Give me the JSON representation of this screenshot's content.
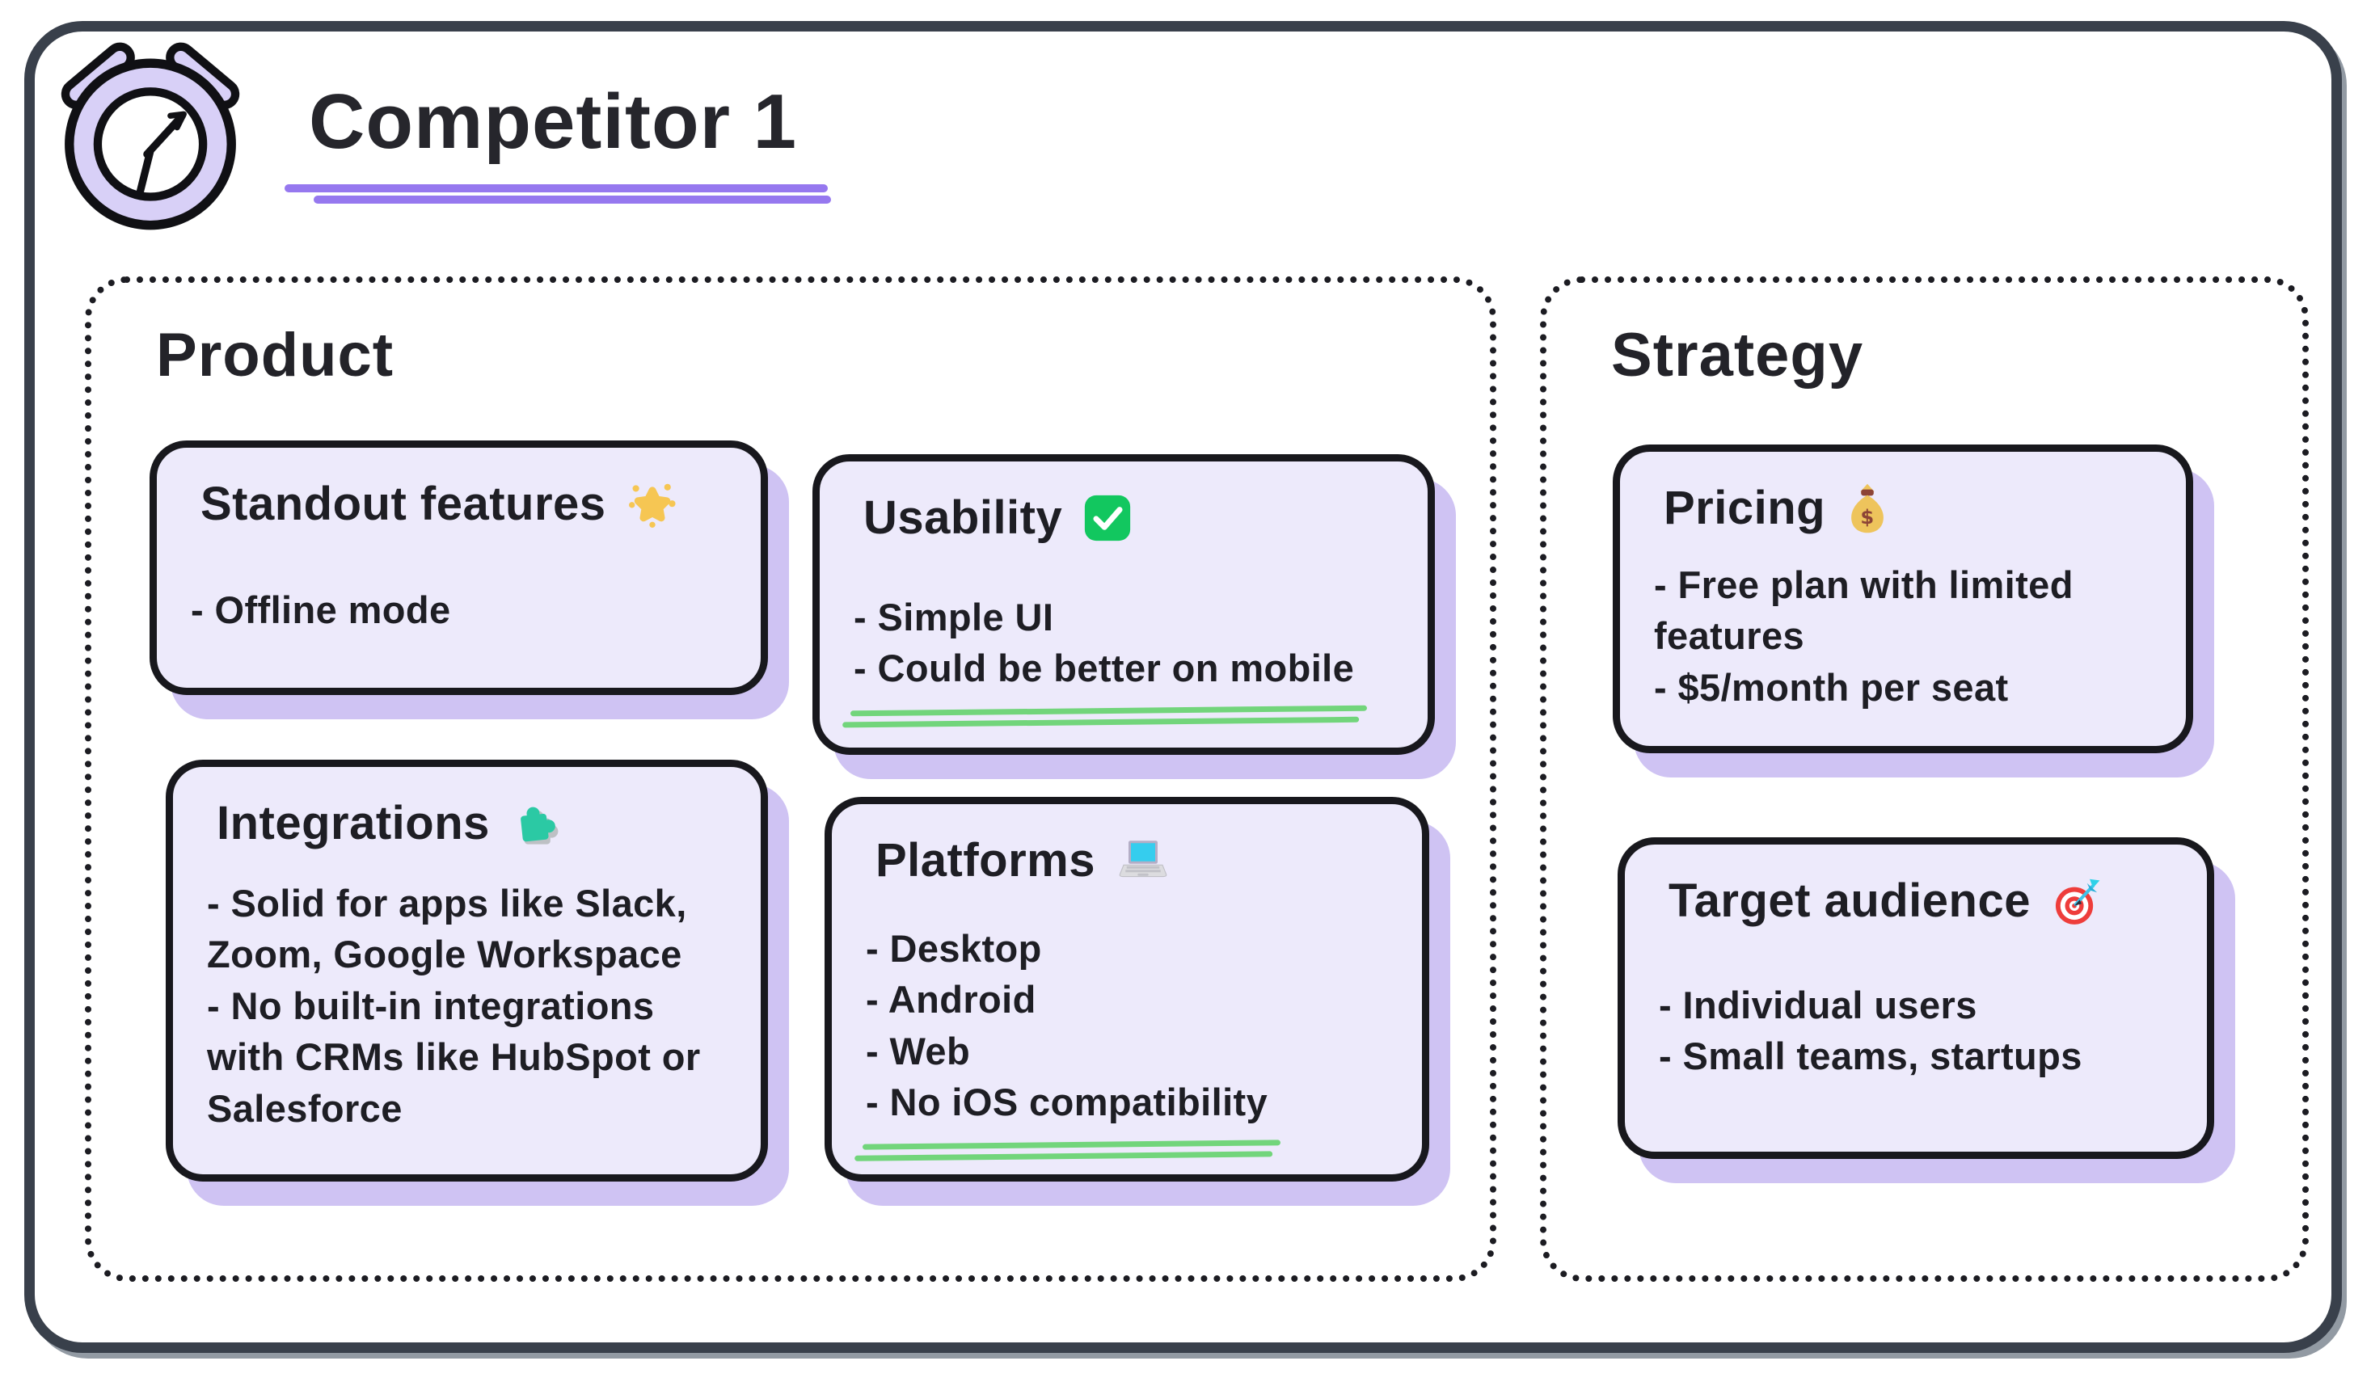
{
  "board": {
    "title": "Competitor 1",
    "title_icon": "alarm-clock-icon"
  },
  "product": {
    "heading": "Product",
    "cards": {
      "standout": {
        "title": "Standout features",
        "icon": "glowing-star-icon",
        "bullets": [
          "- Offline mode"
        ]
      },
      "usability": {
        "title": "Usability",
        "icon": "check-mark-icon",
        "bullets": [
          "- Simple UI",
          "- Could be better on mobile"
        ],
        "underlined_bullets": [
          1
        ]
      },
      "integrations": {
        "title": "Integrations",
        "icon": "puzzle-piece-icon",
        "bullets": [
          "- Solid for apps like Slack, Zoom, Google Workspace",
          "- No built-in integrations with CRMs like HubSpot or Salesforce"
        ]
      },
      "platforms": {
        "title": "Platforms",
        "icon": "laptop-icon",
        "bullets": [
          "- Desktop",
          "- Android",
          "- Web",
          "- No iOS compatibility"
        ],
        "underlined_bullets": [
          3
        ]
      }
    }
  },
  "strategy": {
    "heading": "Strategy",
    "cards": {
      "pricing": {
        "title": "Pricing",
        "icon": "money-bag-icon",
        "bullets": [
          "- Free plan with limited features",
          "- $5/month per seat"
        ]
      },
      "target": {
        "title": "Target audience",
        "icon": "target-icon",
        "bullets": [
          "- Individual users",
          "- Small teams, startups"
        ]
      }
    }
  },
  "colors": {
    "accent_purple": "#9678EF",
    "underline_green": "#72D57B",
    "card_fill": "#EDEAFB",
    "card_shadow": "#CFC3F3",
    "card_border": "#18181D",
    "frame_gray": "#39404B",
    "star_gold": "#F6C653",
    "check_green": "#12C75F",
    "puzzle_teal": "#2BC9A4",
    "laptop_screen_cyan": "#35CDEE",
    "money_gold": "#EEC45C",
    "target_red": "#EE3D3B"
  }
}
